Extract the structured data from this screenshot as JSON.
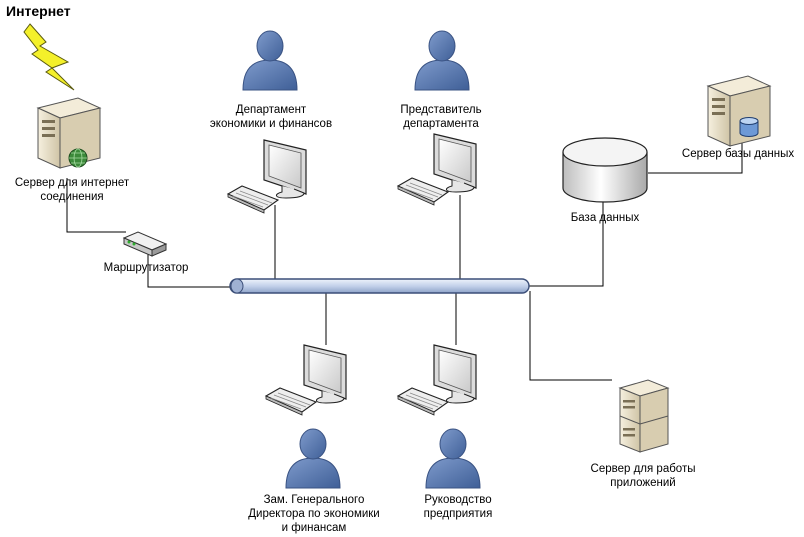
{
  "labels": {
    "internet": "Интернет",
    "internet_server": [
      "Сервер для интернет",
      "соединения"
    ],
    "router": "Маршрутизатор",
    "dept_economics": [
      "Департамент",
      "экономики и финансов"
    ],
    "dept_representative": [
      "Представитель",
      "департамента"
    ],
    "database": "База данных",
    "db_server": "Сервер базы данных",
    "deputy_director": [
      "Зам. Генерального",
      "Директора по экономики",
      "и финансам"
    ],
    "management": [
      "Руководство",
      "предприятия"
    ],
    "app_server": [
      "Сервер для работы",
      "приложений"
    ]
  },
  "colors": {
    "person_fill": "#4f6fa5",
    "person_stroke": "#3a5383",
    "bus_fill": "#c9d6ec",
    "bus_stroke": "#3b4e78",
    "line": "#000000",
    "lightning_fill": "#f4f02a",
    "server_fill": "#ece4cf",
    "monitor_fill": "#e8e8e8"
  },
  "icons": [
    "lightning-icon",
    "server-icon",
    "globe-icon",
    "router-icon",
    "person-icon",
    "monitor-icon",
    "keyboard-icon",
    "database-icon"
  ]
}
